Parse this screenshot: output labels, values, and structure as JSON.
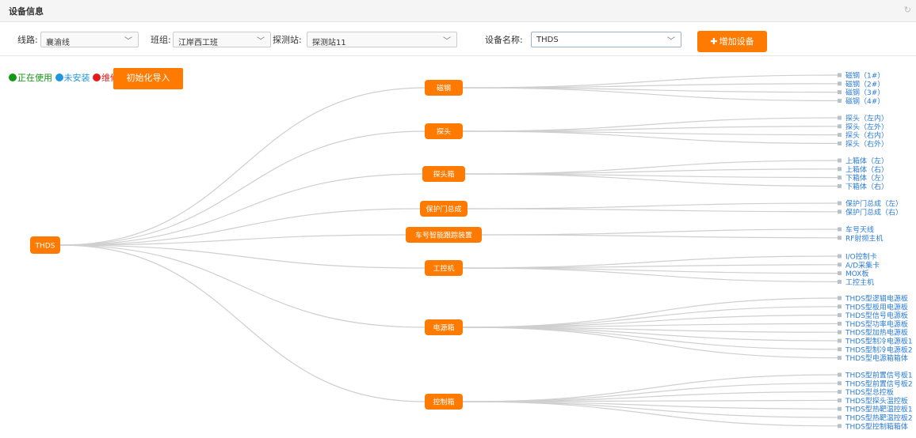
{
  "header": {
    "title": "设备信息",
    "refresh_icon": "↻"
  },
  "filters": {
    "line_label": "线路:",
    "line_value": "襄渝线",
    "team_label": "班组:",
    "team_value": "江岸西工班",
    "station_label": "探测站:",
    "station_value": "探测站11",
    "device_label": "设备名称:",
    "device_value": "THDS",
    "add_button": "增加设备"
  },
  "legend": {
    "in_use": {
      "label": "正在使用",
      "color": "#119911"
    },
    "not_installed": {
      "label": "未安装",
      "color": "#1f95e0"
    },
    "repair": {
      "label": "维修",
      "color": "#e41a1a"
    }
  },
  "init_button": "初始化导入",
  "colors": {
    "accent": "#ff7a00",
    "leaf_text": "#2a7bd6",
    "link": "#cfcfcf",
    "leaf_marker": "#b8c0c8"
  },
  "tree": {
    "name": "THDS",
    "children": [
      {
        "name": "磁钢",
        "children": [
          "磁钢（1#）",
          "磁钢（2#）",
          "磁钢（3#）",
          "磁钢（4#）"
        ]
      },
      {
        "name": "探头",
        "children": [
          "探头（左内）",
          "探头（左外）",
          "探头（右内）",
          "探头（右外）"
        ]
      },
      {
        "name": "探头箱",
        "children": [
          "上箱体（左）",
          "上箱体（右）",
          "下箱体（左）",
          "下箱体（右）"
        ]
      },
      {
        "name": "保护门总成",
        "children": [
          "保护门总成（左）",
          "保护门总成（右）"
        ]
      },
      {
        "name": "车号智能跟踪装置",
        "children": [
          "车号天线",
          "RF射频主机"
        ]
      },
      {
        "name": "工控机",
        "children": [
          "I/O控制卡",
          "A/D采集卡",
          "MOX板",
          "工控主机"
        ]
      },
      {
        "name": "电源箱",
        "children": [
          "THDS型逻辑电源板",
          "THDS型板用电源板",
          "THDS型信号电源板",
          "THDS型功率电源板",
          "THDS型加热电源板",
          "THDS型制冷电源板1",
          "THDS型制冷电源板2",
          "THDS型电源箱箱体"
        ]
      },
      {
        "name": "控制箱",
        "children": [
          "THDS型前置信号板1",
          "THDS型前置信号板2",
          "THDS型总控板",
          "THDS型探头温控板",
          "THDS型热靶温控板1",
          "THDS型热靶温控板2",
          "THDS型控制箱箱体"
        ]
      }
    ]
  }
}
